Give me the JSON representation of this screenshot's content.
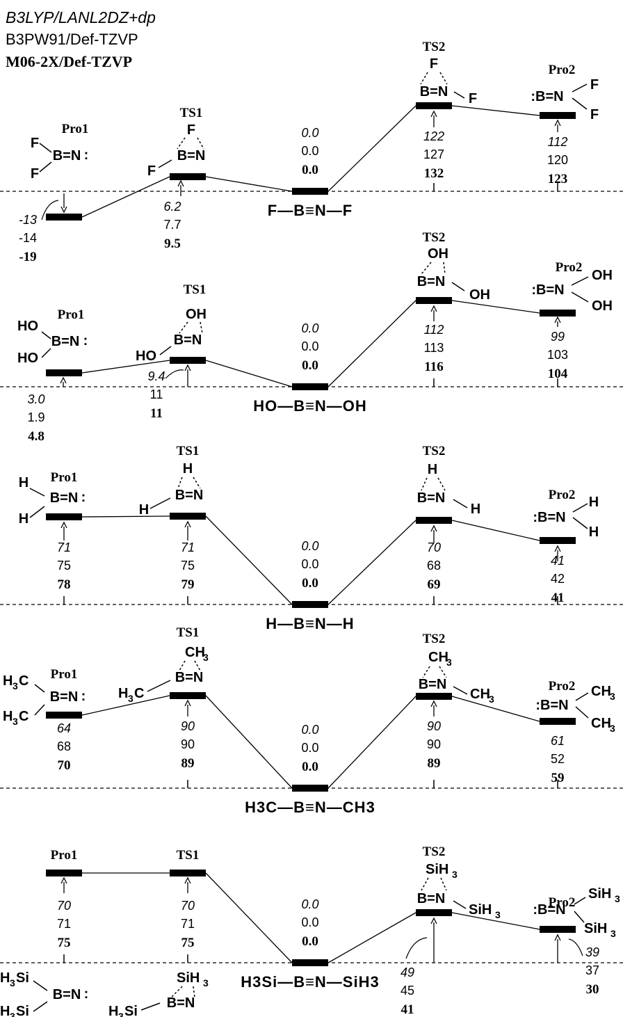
{
  "legend": {
    "method1": "B3LYP/LANL2DZ+dp",
    "method2": "B3PW91/Def-TZVP",
    "method3": "M06-2X/Def-TZVP"
  },
  "labels": {
    "pro1": "Pro1",
    "ts1": "TS1",
    "ts2": "TS2",
    "pro2": "Pro2"
  },
  "panels": [
    {
      "substituent": "F",
      "reactant_formula": "F—B≡N—F",
      "energies": {
        "pro1": [
          "-13",
          "-14",
          "-19"
        ],
        "ts1": [
          "6.2",
          "7.7",
          "9.5"
        ],
        "reactant": [
          "0.0",
          "0.0",
          "0.0"
        ],
        "ts2": [
          "122",
          "127",
          "132"
        ],
        "pro2": [
          "112",
          "120",
          "123"
        ]
      }
    },
    {
      "substituent": "OH",
      "reactant_formula": "HO—B≡N—OH",
      "energies": {
        "pro1": [
          "3.0",
          "1.9",
          "4.8"
        ],
        "ts1": [
          "9.4",
          "11",
          "11"
        ],
        "reactant": [
          "0.0",
          "0.0",
          "0.0"
        ],
        "ts2": [
          "112",
          "113",
          "116"
        ],
        "pro2": [
          "99",
          "103",
          "104"
        ]
      }
    },
    {
      "substituent": "H",
      "reactant_formula": "H—B≡N—H",
      "energies": {
        "pro1": [
          "71",
          "75",
          "78"
        ],
        "ts1": [
          "71",
          "75",
          "79"
        ],
        "reactant": [
          "0.0",
          "0.0",
          "0.0"
        ],
        "ts2": [
          "70",
          "68",
          "69"
        ],
        "pro2": [
          "41",
          "42",
          "41"
        ]
      }
    },
    {
      "substituent": "CH3",
      "reactant_formula": "H3C—B≡N—CH3",
      "energies": {
        "pro1": [
          "64",
          "68",
          "70"
        ],
        "ts1": [
          "90",
          "90",
          "89"
        ],
        "reactant": [
          "0.0",
          "0.0",
          "0.0"
        ],
        "ts2": [
          "90",
          "90",
          "89"
        ],
        "pro2": [
          "61",
          "52",
          "59"
        ]
      }
    },
    {
      "substituent": "SiH3",
      "reactant_formula": "H3Si—B≡N—SiH3",
      "energies": {
        "pro1": [
          "70",
          "71",
          "75"
        ],
        "ts1": [
          "70",
          "71",
          "75"
        ],
        "reactant": [
          "0.0",
          "0.0",
          "0.0"
        ],
        "ts2": [
          "49",
          "45",
          "41"
        ],
        "pro2": [
          "39",
          "37",
          "30"
        ]
      }
    }
  ],
  "structures": {
    "b_eq_n": "B=N",
    "lone_pair": ":",
    "F": "F",
    "OH": "OH",
    "HO": "HO",
    "H": "H",
    "CH3": "CH",
    "H3C": "H",
    "C": "C",
    "SiH3": "SiH",
    "H3Si": "H",
    "Si": "Si",
    "sub3": "3"
  }
}
